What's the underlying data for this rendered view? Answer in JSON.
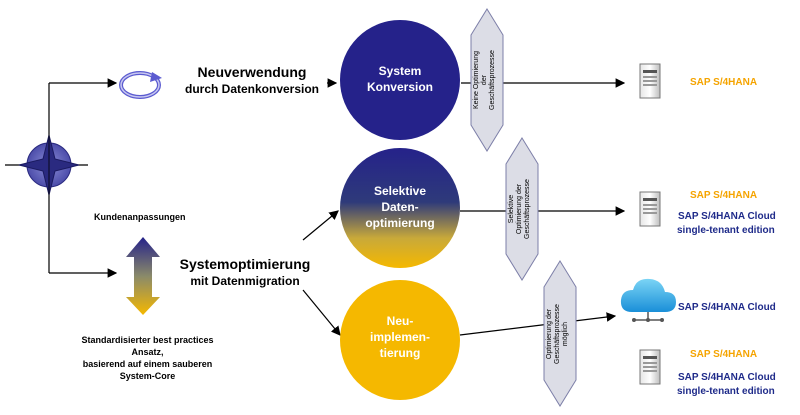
{
  "paths": {
    "top": {
      "label_line1": "Neuverwendung",
      "label_line2": "durch Datenkonversion",
      "circle_line1": "System",
      "circle_line2": "Konversion",
      "hex_text": [
        "Keine Optimierung",
        "der",
        "Geschäftsprozesse"
      ]
    },
    "middle": {
      "circle_line1": "Selektive",
      "circle_line2": "Daten-",
      "circle_line3": "optimierung",
      "hex_text": [
        "Selektive",
        "Optimierung der",
        "Geschäftsprozesse"
      ]
    },
    "bottom": {
      "circle_line1": "Neu-",
      "circle_line2": "implemen-",
      "circle_line3": "tierung",
      "hex_text": [
        "Optimierung der",
        "Geschäftsprozesse",
        "möglich"
      ]
    }
  },
  "left": {
    "customizations": "Kundenanpassungen",
    "main_label_line1": "Systemoptimierung",
    "main_label_line2": "mit Datenmigration",
    "standard_text": [
      "Standardisierter best practices",
      "Ansatz,",
      "basierend auf einem sauberen",
      "System-Core"
    ]
  },
  "targets": {
    "t1": "SAP S/4HANA",
    "t2_orange": "SAP S/4HANA",
    "t2_blue_line1": "SAP S/4HANA Cloud",
    "t2_blue_line2": "single-tenant  edition",
    "t3_cloud": "SAP S/4HANA Cloud",
    "t4_orange": "SAP S/4HANA",
    "t4_blue_line1": "SAP S/4HANA Cloud",
    "t4_blue_line2": "single-tenant  edition"
  },
  "colors": {
    "navy": "#25228a",
    "gold": "#f5b800",
    "sap_orange": "#f5a400",
    "sap_blue": "#1f2b8a",
    "hex_fill": "#dcdde6",
    "hex_stroke": "#7d7fa8"
  }
}
